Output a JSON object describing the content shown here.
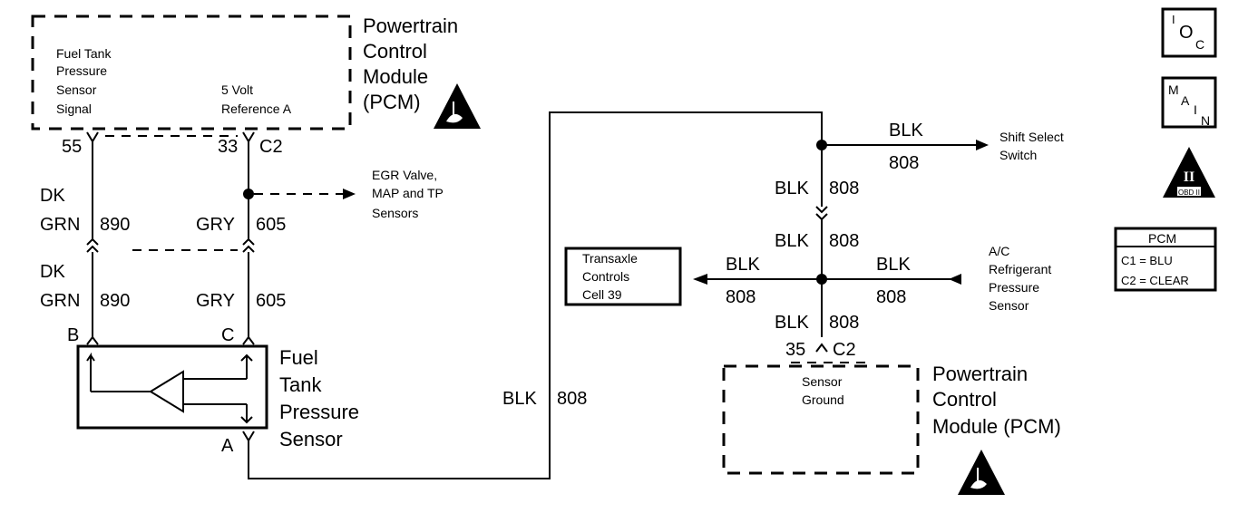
{
  "pcm_top": {
    "title_lines": [
      "Powertrain",
      "Control",
      "Module",
      "(PCM)"
    ],
    "signal_label_lines": [
      "Fuel Tank",
      "Pressure",
      "Sensor",
      "Signal"
    ],
    "ref_label_lines": [
      "5 Volt",
      "Reference A"
    ],
    "pin_signal": "55",
    "pin_ref": "33",
    "connector": "C2"
  },
  "egr_label_lines": [
    "EGR Valve,",
    "MAP and TP",
    "Sensors"
  ],
  "wires_left": {
    "upper_signal_color_lines": [
      "DK",
      "GRN"
    ],
    "upper_signal_circuit": "890",
    "lower_signal_color_lines": [
      "DK",
      "GRN"
    ],
    "lower_signal_circuit": "890",
    "upper_ref_color": "GRY",
    "upper_ref_circuit": "605",
    "lower_ref_color": "GRY",
    "lower_ref_circuit": "605"
  },
  "sensor": {
    "pin_b": "B",
    "pin_c": "C",
    "pin_a": "A",
    "label_lines": [
      "Fuel",
      "Tank",
      "Pressure",
      "Sensor"
    ]
  },
  "ground_wire": {
    "color": "BLK",
    "circuit": "808"
  },
  "splice": {
    "shift_wire_color": "BLK",
    "shift_wire_circuit": "808",
    "shift_label_lines": [
      "Shift Select",
      "Switch"
    ],
    "down_wire_color": "BLK",
    "down_wire_circuit": "808",
    "mid_wire_color": "BLK",
    "mid_wire_circuit": "808",
    "left_wire_color": "BLK",
    "left_wire_circuit": "808",
    "right_wire_color": "BLK",
    "right_wire_circuit": "808",
    "bottom_wire_color": "BLK",
    "bottom_wire_circuit": "808",
    "transaxle_lines": [
      "Transaxle",
      "Controls",
      "Cell 39"
    ],
    "ac_label_lines": [
      "A/C",
      "Refrigerant",
      "Pressure",
      "Sensor"
    ]
  },
  "pcm_bottom": {
    "pin": "35",
    "connector": "C2",
    "ground_label_lines": [
      "Sensor",
      "Ground"
    ],
    "title_lines": [
      "Powertrain",
      "Control",
      "Module (PCM)"
    ]
  },
  "legend": {
    "oc_sup": "I",
    "oc_text": "O",
    "oc_sub": "C",
    "main_m": "M",
    "main_a": "A",
    "main_i": "I",
    "main_n": "N",
    "obd_numeral": "II",
    "obd_label": "OBD II",
    "pcm_title": "PCM",
    "pcm_c1": "C1 = BLU",
    "pcm_c2": "C2 = CLEAR"
  }
}
